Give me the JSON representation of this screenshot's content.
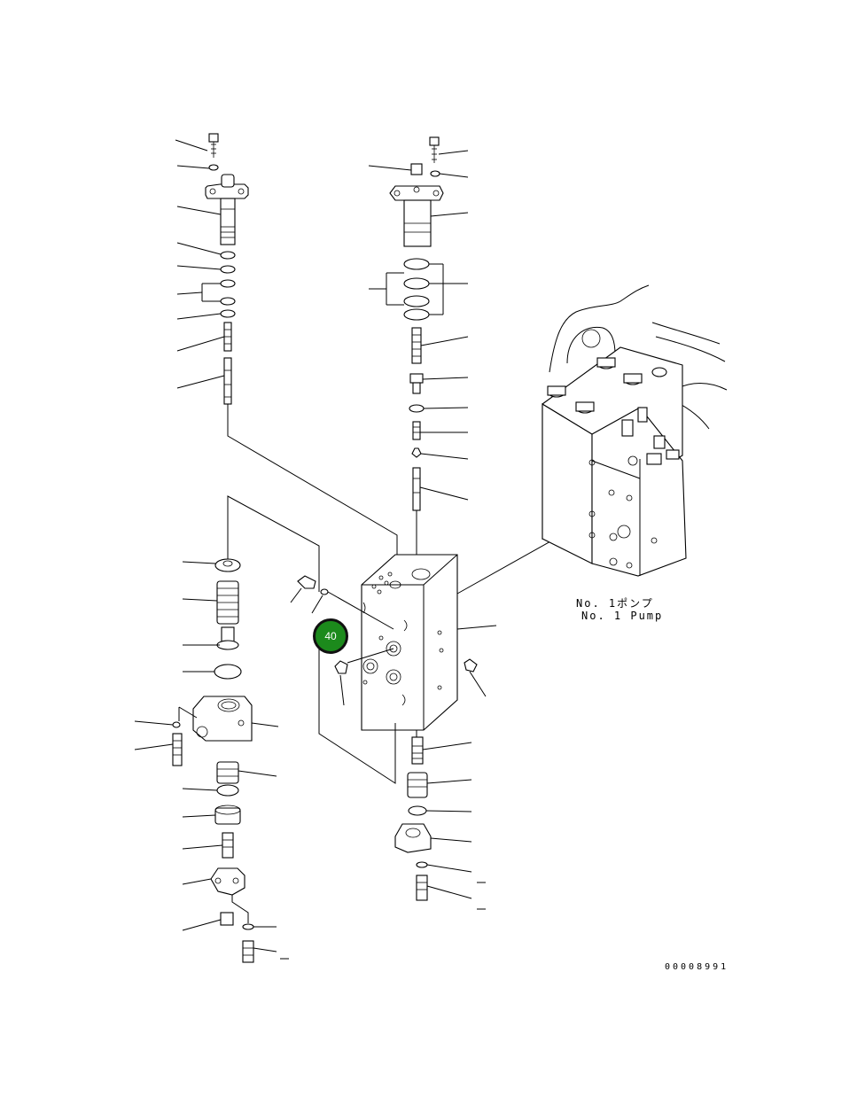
{
  "pump_label": {
    "line1": "No. 1ポンプ",
    "line2": "No. 1 Pump"
  },
  "drawing_number": "00008991",
  "callout": {
    "label": "40",
    "color": "#1c8a1c"
  }
}
